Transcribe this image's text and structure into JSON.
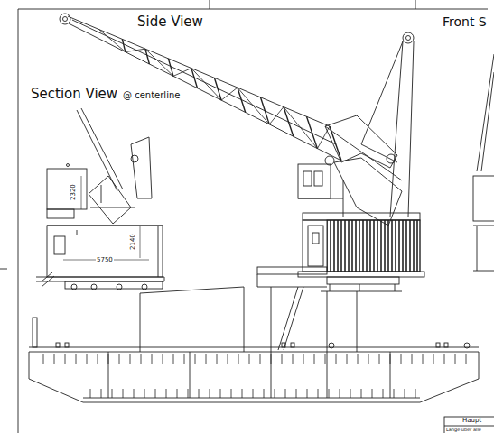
{
  "diagram": {
    "labels": [
      "Side View",
      "Section View",
      "@ centerline",
      "Front S",
      "2320",
      "2140",
      "5750",
      "Haupt",
      "Länge über alle"
    ]
  }
}
